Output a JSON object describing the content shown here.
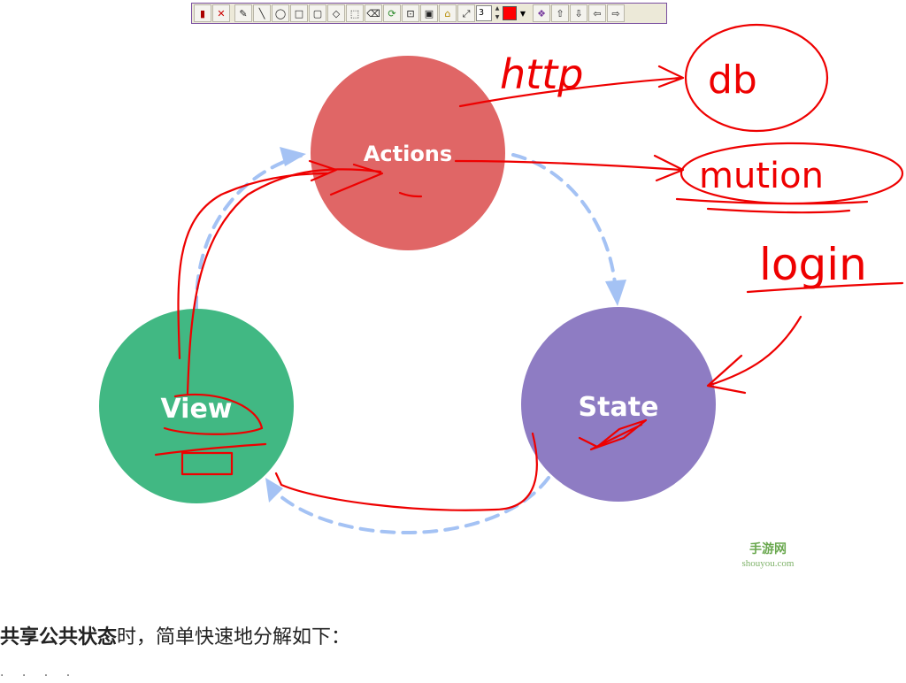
{
  "toolbar": {
    "buttons": [
      "stop-sign-icon",
      "close-icon",
      "pencil-icon",
      "line-icon",
      "ellipse-icon",
      "rectangle-icon",
      "rounded-rectangle-icon",
      "diamond-icon",
      "selection-icon",
      "eraser-icon",
      "refresh-icon",
      "fit-icon",
      "save-icon",
      "open-folder-icon",
      "resize-icon"
    ],
    "line_width": "3",
    "pen_color": "#ff0000",
    "nav_buttons": [
      "layers-icon",
      "arrow-up-icon",
      "arrow-down-icon",
      "arrow-left-icon",
      "arrow-right-icon"
    ]
  },
  "diagram": {
    "nodes": {
      "actions": {
        "label": "Actions",
        "color": "#e06666"
      },
      "state": {
        "label": "State",
        "color": "#8e7cc3"
      },
      "view": {
        "label": "View",
        "color": "#41b883"
      }
    },
    "cycle_arrow_color": "#a4c2f4",
    "annotations": {
      "http": "http",
      "db": "db",
      "mution": "mution",
      "login": "login",
      "color": "#ee0000"
    },
    "watermark": {
      "line1": "手游网",
      "line2": "shouyou.com"
    }
  },
  "caption": {
    "bold_part": "共享公共状态",
    "rest": "时，简单快速地分解如下：",
    "next_line": "· · · ·"
  }
}
